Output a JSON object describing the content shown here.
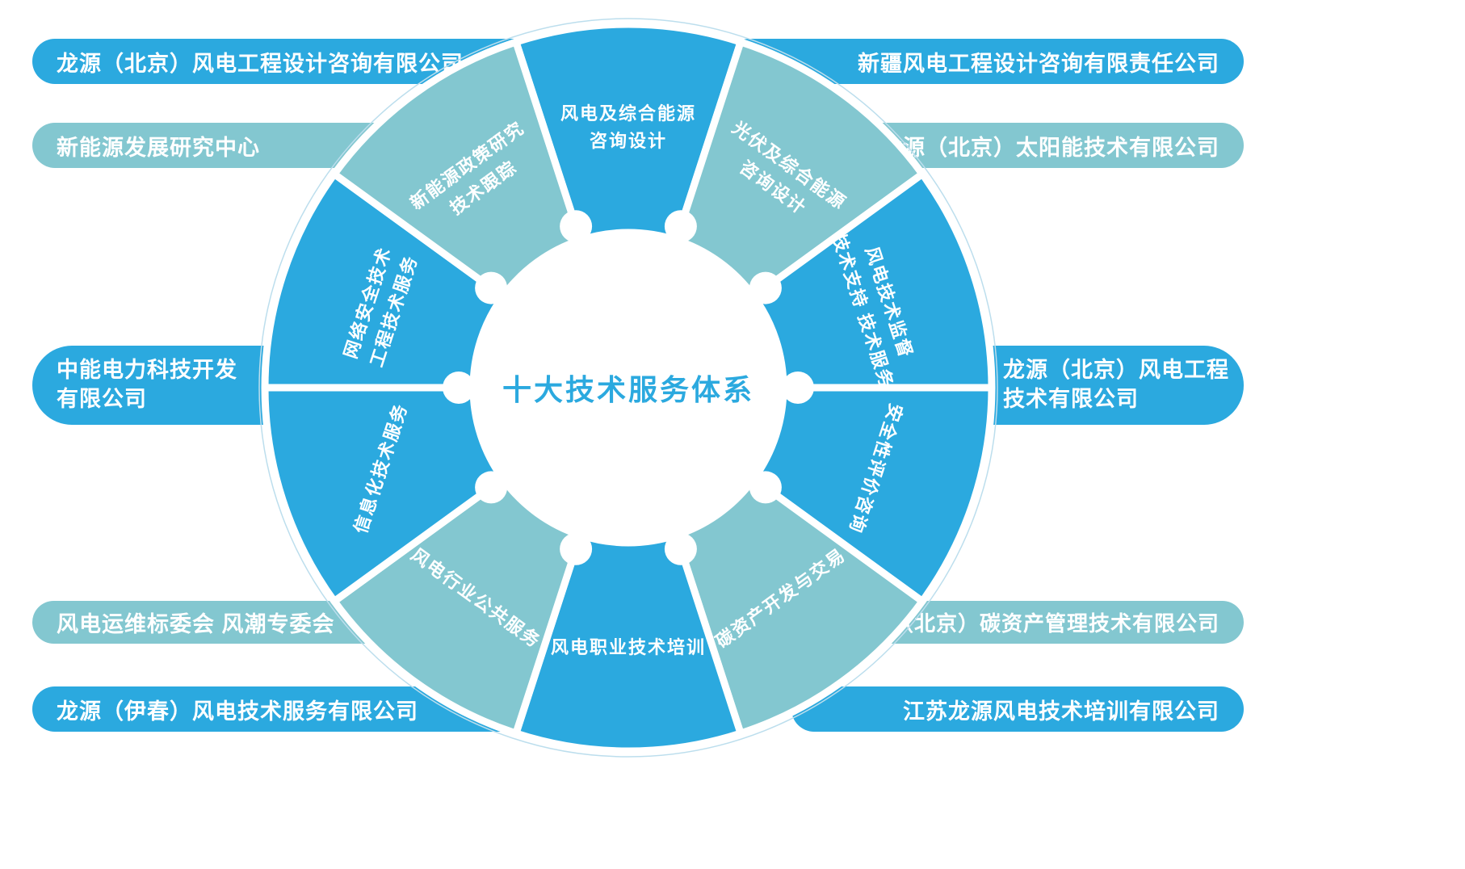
{
  "title": "十大技术服务体系",
  "colors": {
    "dark": "#2BA9DF",
    "light": "#83C7D0",
    "background": "#FFFFFF",
    "text_on_color": "#FFFFFF",
    "outer_ring": "#BCDEED"
  },
  "center": {
    "title": "十大技术服务体系"
  },
  "wheel": {
    "segments": [
      {
        "id": "wind-energy-consulting-design",
        "lines": [
          "风电及综合能源",
          "咨询设计"
        ],
        "angle": 0,
        "rotation": 0,
        "color": "dark"
      },
      {
        "id": "pv-energy-consulting-design",
        "lines": [
          "光伏及综合能源",
          "咨询设计"
        ],
        "angle": 36,
        "rotation": 36,
        "color": "light"
      },
      {
        "id": "wind-tech-supervision",
        "lines": [
          "风电技术监督",
          "技术支持 技术服务"
        ],
        "angle": 72,
        "rotation": 72,
        "color": "dark"
      },
      {
        "id": "safety-evaluation-consulting",
        "lines": [
          "安全性评价咨询"
        ],
        "angle": 108,
        "rotation": 108,
        "color": "dark"
      },
      {
        "id": "carbon-asset-trading",
        "lines": [
          "碳资产开发与交易"
        ],
        "angle": 144,
        "rotation": -36,
        "color": "light"
      },
      {
        "id": "wind-vocational-training",
        "lines": [
          "风电职业技术培训"
        ],
        "angle": 180,
        "rotation": 0,
        "color": "dark"
      },
      {
        "id": "wind-industry-public-service",
        "lines": [
          "风电行业公共服务"
        ],
        "angle": 216,
        "rotation": 36,
        "color": "light"
      },
      {
        "id": "informatization-tech-service",
        "lines": [
          "信息化技术服务"
        ],
        "angle": 252,
        "rotation": -72,
        "color": "dark"
      },
      {
        "id": "network-security-engineering",
        "lines": [
          "网络安全技术",
          "工程技术服务"
        ],
        "angle": 288,
        "rotation": -72,
        "color": "dark"
      },
      {
        "id": "new-energy-policy-research",
        "lines": [
          "新能源政策研究",
          "技术跟踪"
        ],
        "angle": 324,
        "rotation": -36,
        "color": "light"
      }
    ]
  },
  "pills": {
    "left": [
      {
        "label": "龙源（北京）风电工程设计咨询有限公司",
        "color": "dark"
      },
      {
        "label": "新能源发展研究中心",
        "color": "light"
      },
      {
        "lines": [
          "中能电力科技开发",
          "有限公司"
        ],
        "color": "dark"
      },
      {
        "label": "风电运维标委会 风潮专委会",
        "color": "light"
      },
      {
        "label": "龙源（伊春）风电技术服务有限公司",
        "color": "dark"
      }
    ],
    "right": [
      {
        "label": "新疆风电工程设计咨询有限责任公司",
        "color": "dark"
      },
      {
        "label": "龙源（北京）太阳能技术有限公司",
        "color": "light"
      },
      {
        "lines": [
          "龙源（北京）风电工程",
          "技术有限公司"
        ],
        "color": "dark"
      },
      {
        "label": "龙源（北京）碳资产管理技术有限公司",
        "color": "light"
      },
      {
        "label": "江苏龙源风电技术培训有限公司",
        "color": "dark"
      }
    ]
  }
}
